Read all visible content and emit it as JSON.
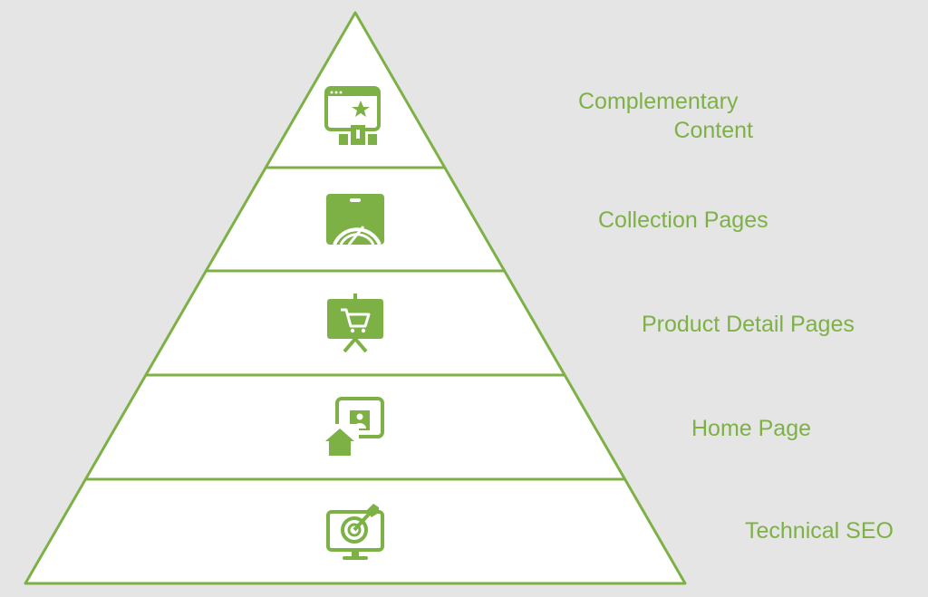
{
  "pyramid": {
    "accent_color": "#7db146",
    "tiers": [
      {
        "label_line1": "Complementary",
        "label_line2": "Content",
        "icon": "award-podium-icon"
      },
      {
        "label_line1": "Collection Pages",
        "icon": "shopping-bag-icon"
      },
      {
        "label_line1": "Product Detail Pages",
        "icon": "cart-display-icon"
      },
      {
        "label_line1": "Home Page",
        "icon": "home-screen-icon"
      },
      {
        "label_line1": "Technical SEO",
        "icon": "target-monitor-icon"
      }
    ]
  }
}
